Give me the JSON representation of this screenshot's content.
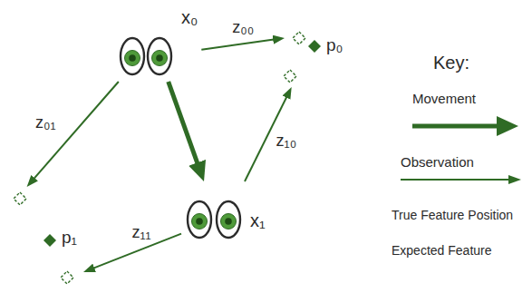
{
  "diagram": {
    "nodes": [
      {
        "text": [
          "x₀"
        ]
      },
      {
        "text": [
          "p₀"
        ]
      },
      {
        "text": [
          "x₁"
        ]
      },
      {
        "text": [
          "p₁"
        ]
      }
    ],
    "edges": [
      {
        "from": 0,
        "to": 2,
        "arrow": "to"
      },
      {
        "from": 0,
        "to": 1,
        "label": "z₀₀",
        "arrow": "to"
      },
      {
        "from": 0,
        "to": 3,
        "label": "z₀₁",
        "arrow": "to"
      },
      {
        "from": 2,
        "to": 1,
        "label": "z₁₀",
        "arrow": "to"
      },
      {
        "from": 2,
        "to": 3,
        "label": "z₁₁",
        "arrow": "to"
      }
    ],
    "labels": [
      "Key:"
    ],
    "legend": [
      {
        "text": "Movement"
      },
      {
        "text": "Observation"
      },
      {
        "text": "True Feature Position"
      },
      {
        "text": "Expected Feature"
      }
    ]
  }
}
